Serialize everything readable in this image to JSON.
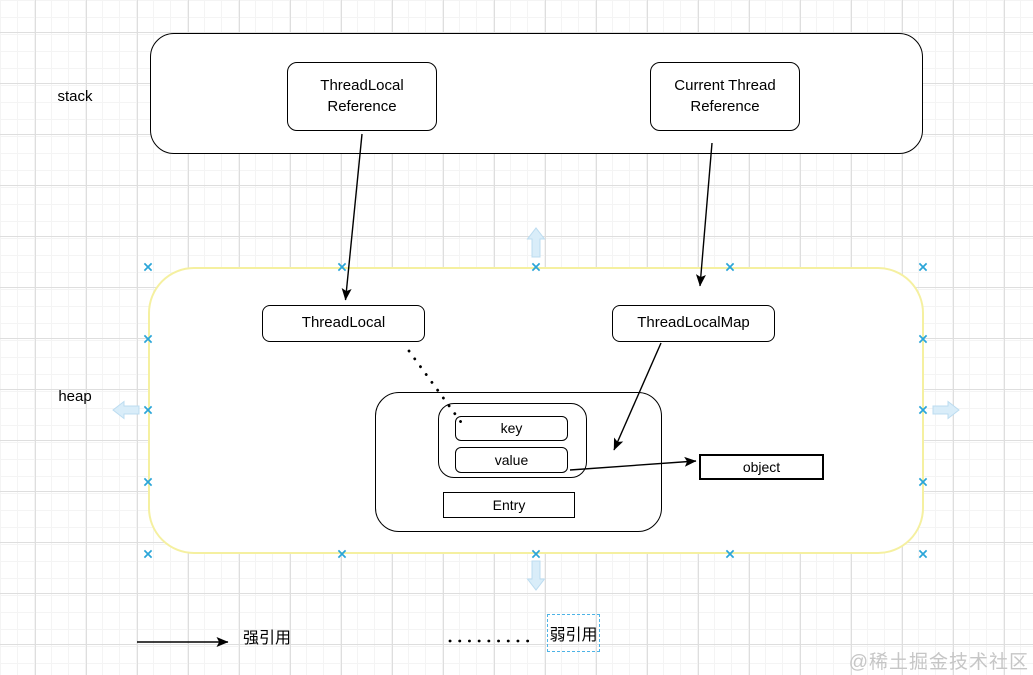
{
  "regions": {
    "stack_label": "stack",
    "heap_label": "heap"
  },
  "nodes": {
    "threadlocal_reference": "ThreadLocal\nReference",
    "current_thread_reference": "Current Thread\nReference",
    "threadlocal": "ThreadLocal",
    "threadlocalmap": "ThreadLocalMap",
    "key": "key",
    "value": "value",
    "entry": "Entry",
    "object": "object"
  },
  "legend": {
    "strong_ref_label": "强引用",
    "weak_ref_label": "弱引用"
  },
  "watermark": "@稀土掘金技术社区",
  "colors": {
    "heap_border": "#f5f0a0",
    "connection_point_blue": "#2aa5d8",
    "direction_arrow_fill": "#d9edf9",
    "selection_dash_blue": "#4db3e6",
    "watermark_gray": "#c6c6c6",
    "node_border": "#000000"
  }
}
